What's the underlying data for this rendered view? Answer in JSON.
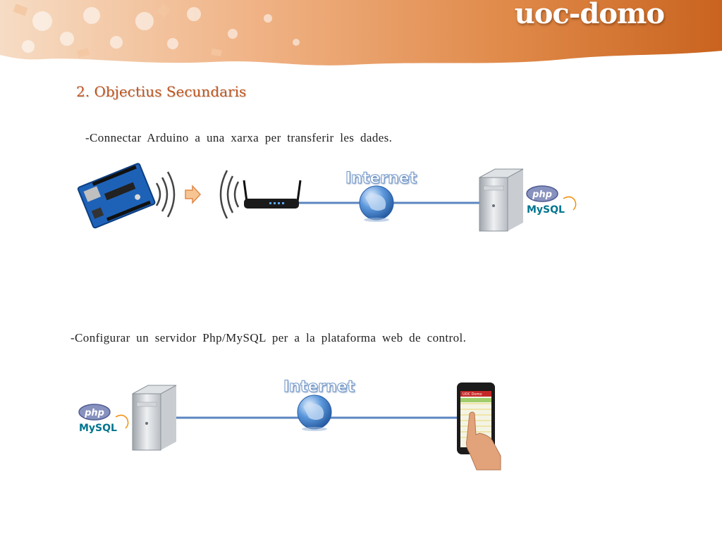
{
  "brand": {
    "title": "uoc-domo"
  },
  "slide": {
    "heading": "2. Objectius Secundaris",
    "bullets": [
      "-Connectar Arduino a una xarxa per transferir les dades.",
      "-Configurar un servidor Php/MySQL per a la plataforma web de control."
    ]
  },
  "diagram1": {
    "cloud_label": "Internet",
    "php": "php",
    "mysql": "MySQL"
  },
  "diagram2": {
    "cloud_label": "Internet",
    "php": "php",
    "mysql": "MySQL",
    "phone_header": "UOC Domo"
  },
  "colors": {
    "accent": "#c0541d",
    "banner": "#e08a4a",
    "link_line": "#5b86c0"
  },
  "icons": [
    "arduino-board-icon",
    "wifi-signal-icon",
    "arrow-right-icon",
    "router-icon",
    "globe-icon",
    "server-tower-icon",
    "php-logo-icon",
    "mysql-logo-icon",
    "smartphone-icon",
    "hand-pointer-icon"
  ]
}
